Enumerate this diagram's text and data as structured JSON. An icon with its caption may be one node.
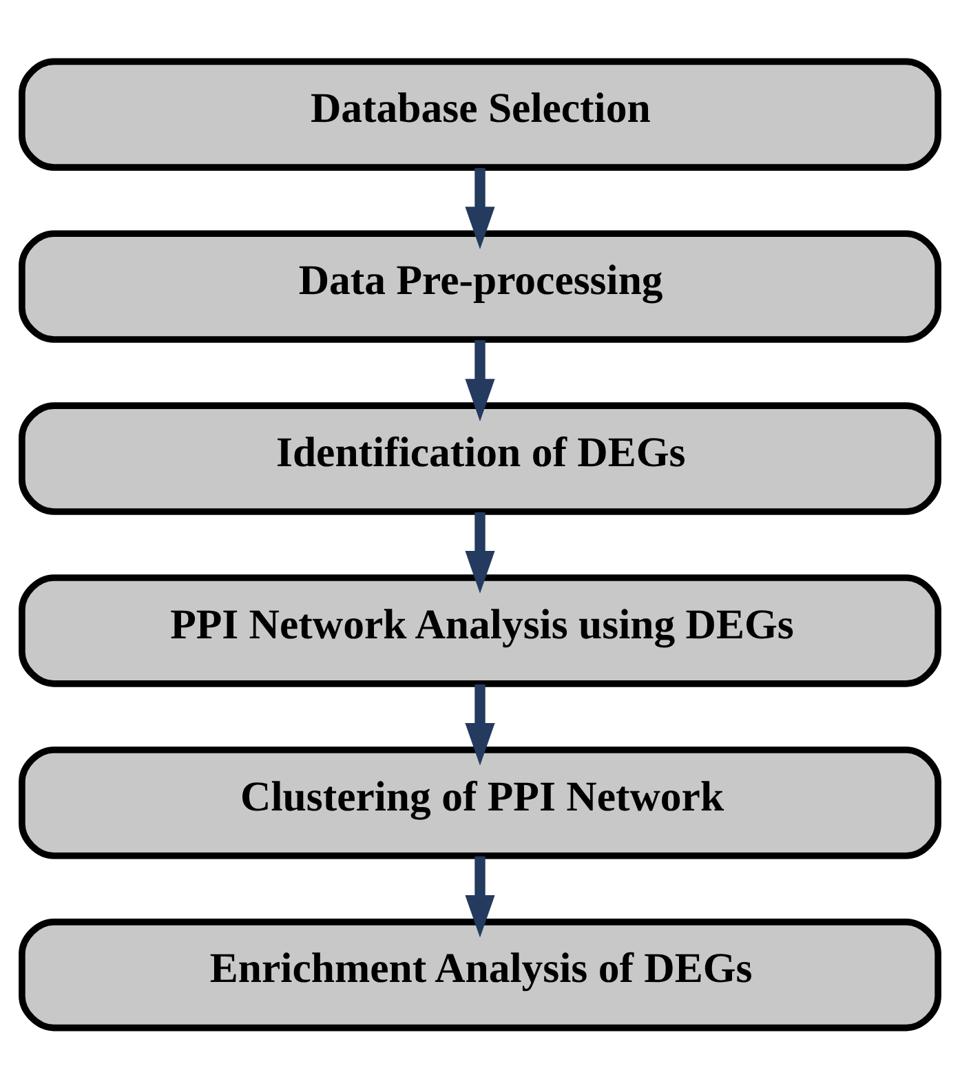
{
  "diagram": {
    "nodes": [
      {
        "text": [
          "Database Selection"
        ]
      },
      {
        "text": [
          "Data Pre-processing"
        ]
      },
      {
        "text": [
          "Identification of DEGs"
        ]
      },
      {
        "text": [
          "PPI Network Analysis using DEGs"
        ]
      },
      {
        "text": [
          "Clustering of PPI Network"
        ]
      },
      {
        "text": [
          "Enrichment Analysis of DEGs"
        ]
      }
    ],
    "edges": [
      {
        "from": 0,
        "to": 1,
        "arrow": "to"
      },
      {
        "from": 1,
        "to": 2,
        "arrow": "to"
      },
      {
        "from": 2,
        "to": 3,
        "arrow": "to"
      },
      {
        "from": 3,
        "to": 4,
        "arrow": "to"
      },
      {
        "from": 4,
        "to": 5,
        "arrow": "to"
      }
    ]
  }
}
